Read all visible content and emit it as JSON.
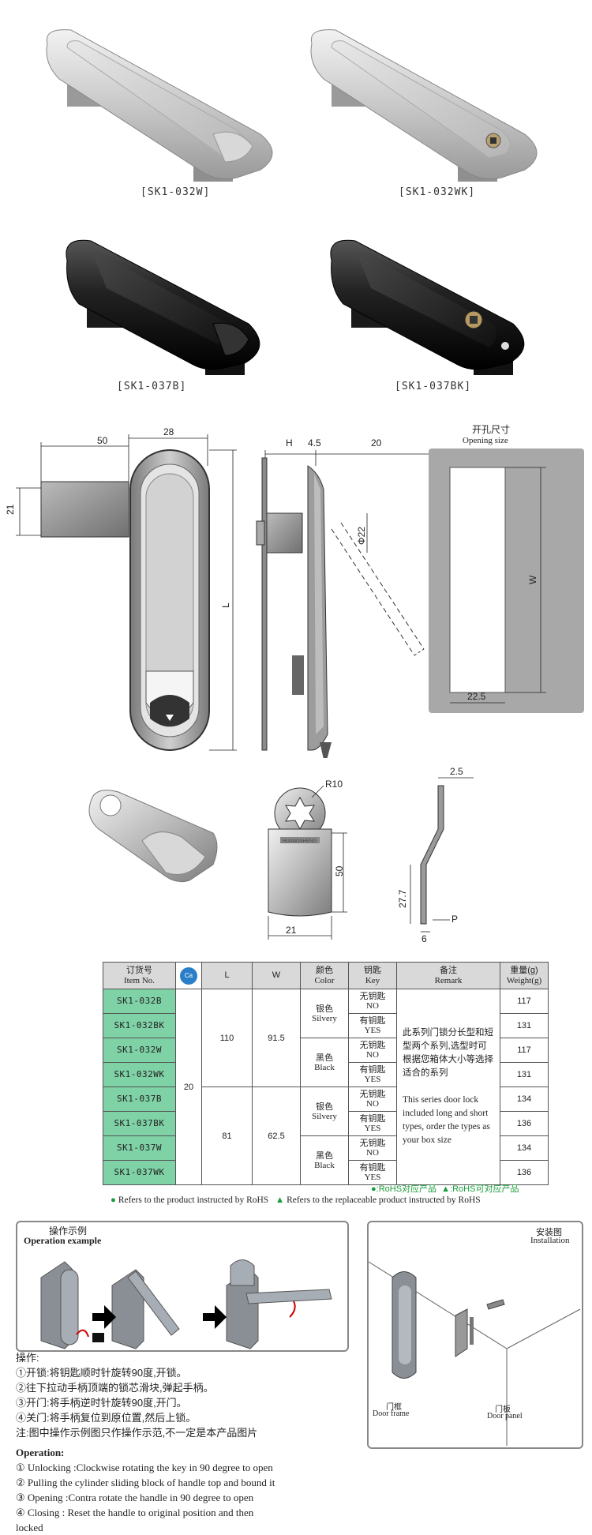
{
  "products": [
    {
      "code": "[SK1-032W]",
      "finish": "silver",
      "key": false
    },
    {
      "code": "[SK1-032WK]",
      "finish": "silver",
      "key": true
    },
    {
      "code": "[SK1-037B]",
      "finish": "black",
      "key": false
    },
    {
      "code": "[SK1-037BK]",
      "finish": "black",
      "key": true
    }
  ],
  "drawing": {
    "dim_50": "50",
    "dim_28": "28",
    "dim_21": "21",
    "dim_L": "L",
    "dim_H": "H",
    "dim_4_5": "4.5",
    "dim_20": "20",
    "dim_phi22": "Φ22",
    "opening_cn": "开孔尺寸",
    "opening_en": "Opening size",
    "dim_W": "W",
    "dim_22_5": "22.5",
    "dim_R10": "R10",
    "dim_50b": "50",
    "dim_21b": "21",
    "dim_2_5": "2.5",
    "dim_27_7": "27.7",
    "dim_6": "6",
    "dim_P": "P",
    "stamp": "HUANGSHENG"
  },
  "table": {
    "headers": {
      "item_cn": "订货号",
      "item_en": "Item No.",
      "icon": "Ca",
      "L": "L",
      "W": "W",
      "color_cn": "颜色",
      "color_en": "Color",
      "key_cn": "钥匙",
      "key_en": "Key",
      "remark_cn": "备注",
      "remark_en": "Remark",
      "weight_cn": "重量(g)",
      "weight_en": "Weight(g)"
    },
    "h_value": "20",
    "groups": [
      {
        "L": "110",
        "W": "91.5"
      },
      {
        "L": "81",
        "W": "62.5"
      }
    ],
    "colors": [
      {
        "cn": "银色",
        "en": "Silvery"
      },
      {
        "cn": "黑色",
        "en": "Black"
      },
      {
        "cn": "银色",
        "en": "Silvery"
      },
      {
        "cn": "黑色",
        "en": "Black"
      }
    ],
    "rows": [
      {
        "item": "SK1-032B",
        "key_cn": "无钥匙",
        "key_en": "NO",
        "weight": "117"
      },
      {
        "item": "SK1-032BK",
        "key_cn": "有钥匙",
        "key_en": "YES",
        "weight": "131"
      },
      {
        "item": "SK1-032W",
        "key_cn": "无钥匙",
        "key_en": "NO",
        "weight": "117"
      },
      {
        "item": "SK1-032WK",
        "key_cn": "有钥匙",
        "key_en": "YES",
        "weight": "131"
      },
      {
        "item": "SK1-037B",
        "key_cn": "无钥匙",
        "key_en": "NO",
        "weight": "134"
      },
      {
        "item": "SK1-037BK",
        "key_cn": "有钥匙",
        "key_en": "YES",
        "weight": "136"
      },
      {
        "item": "SK1-037W",
        "key_cn": "无钥匙",
        "key_en": "NO",
        "weight": "134"
      },
      {
        "item": "SK1-037WK",
        "key_cn": "有钥匙",
        "key_en": "YES",
        "weight": "136"
      }
    ],
    "remark_cn": "此系列门锁分长型和短型两个系列,选型时可根据您箱体大小等选择适合的系列",
    "remark_en": "This series door lock included long and short types, order the types as your box size"
  },
  "legend": {
    "rohs_cn": "●:RoHS对应产品",
    "rohs_cn2": "▲:RoHS可对应产品",
    "rohs_en": "Refers to the product instructed by RoHS",
    "rohs_en2": "Refers to the replaceable product instructed by RoHS",
    "green": "#1a9c3a"
  },
  "operation_panel": {
    "title_cn": "操作示例",
    "title_en": "Operation example"
  },
  "installation_panel": {
    "title_cn": "安装图",
    "title_en": "Installation",
    "frame_cn": "门框",
    "frame_en": "Door frame",
    "panel_cn": "门板",
    "panel_en": "Door panel"
  },
  "operation_cn": {
    "heading": "操作:",
    "steps": [
      "①开锁:将钥匙顺时针旋转90度,开锁。",
      "②往下拉动手柄顶端的锁芯滑块,弹起手柄。",
      "③开门:将手柄逆时针旋转90度,开门。",
      "④关门:将手柄复位到原位置,然后上锁。"
    ],
    "note": "注:图中操作示例图只作操作示范,不一定是本产品图片"
  },
  "operation_en": {
    "heading": "Operation:",
    "steps": [
      "① Unlocking :Clockwise rotating the key in 90 degree to open",
      "② Pulling the cylinder sliding block of handle top and bound it",
      "③ Opening :Contra rotate the handle in 90 degree to open",
      "④ Closing : Reset the handle to original position and then"
    ],
    "tail": "locked"
  }
}
